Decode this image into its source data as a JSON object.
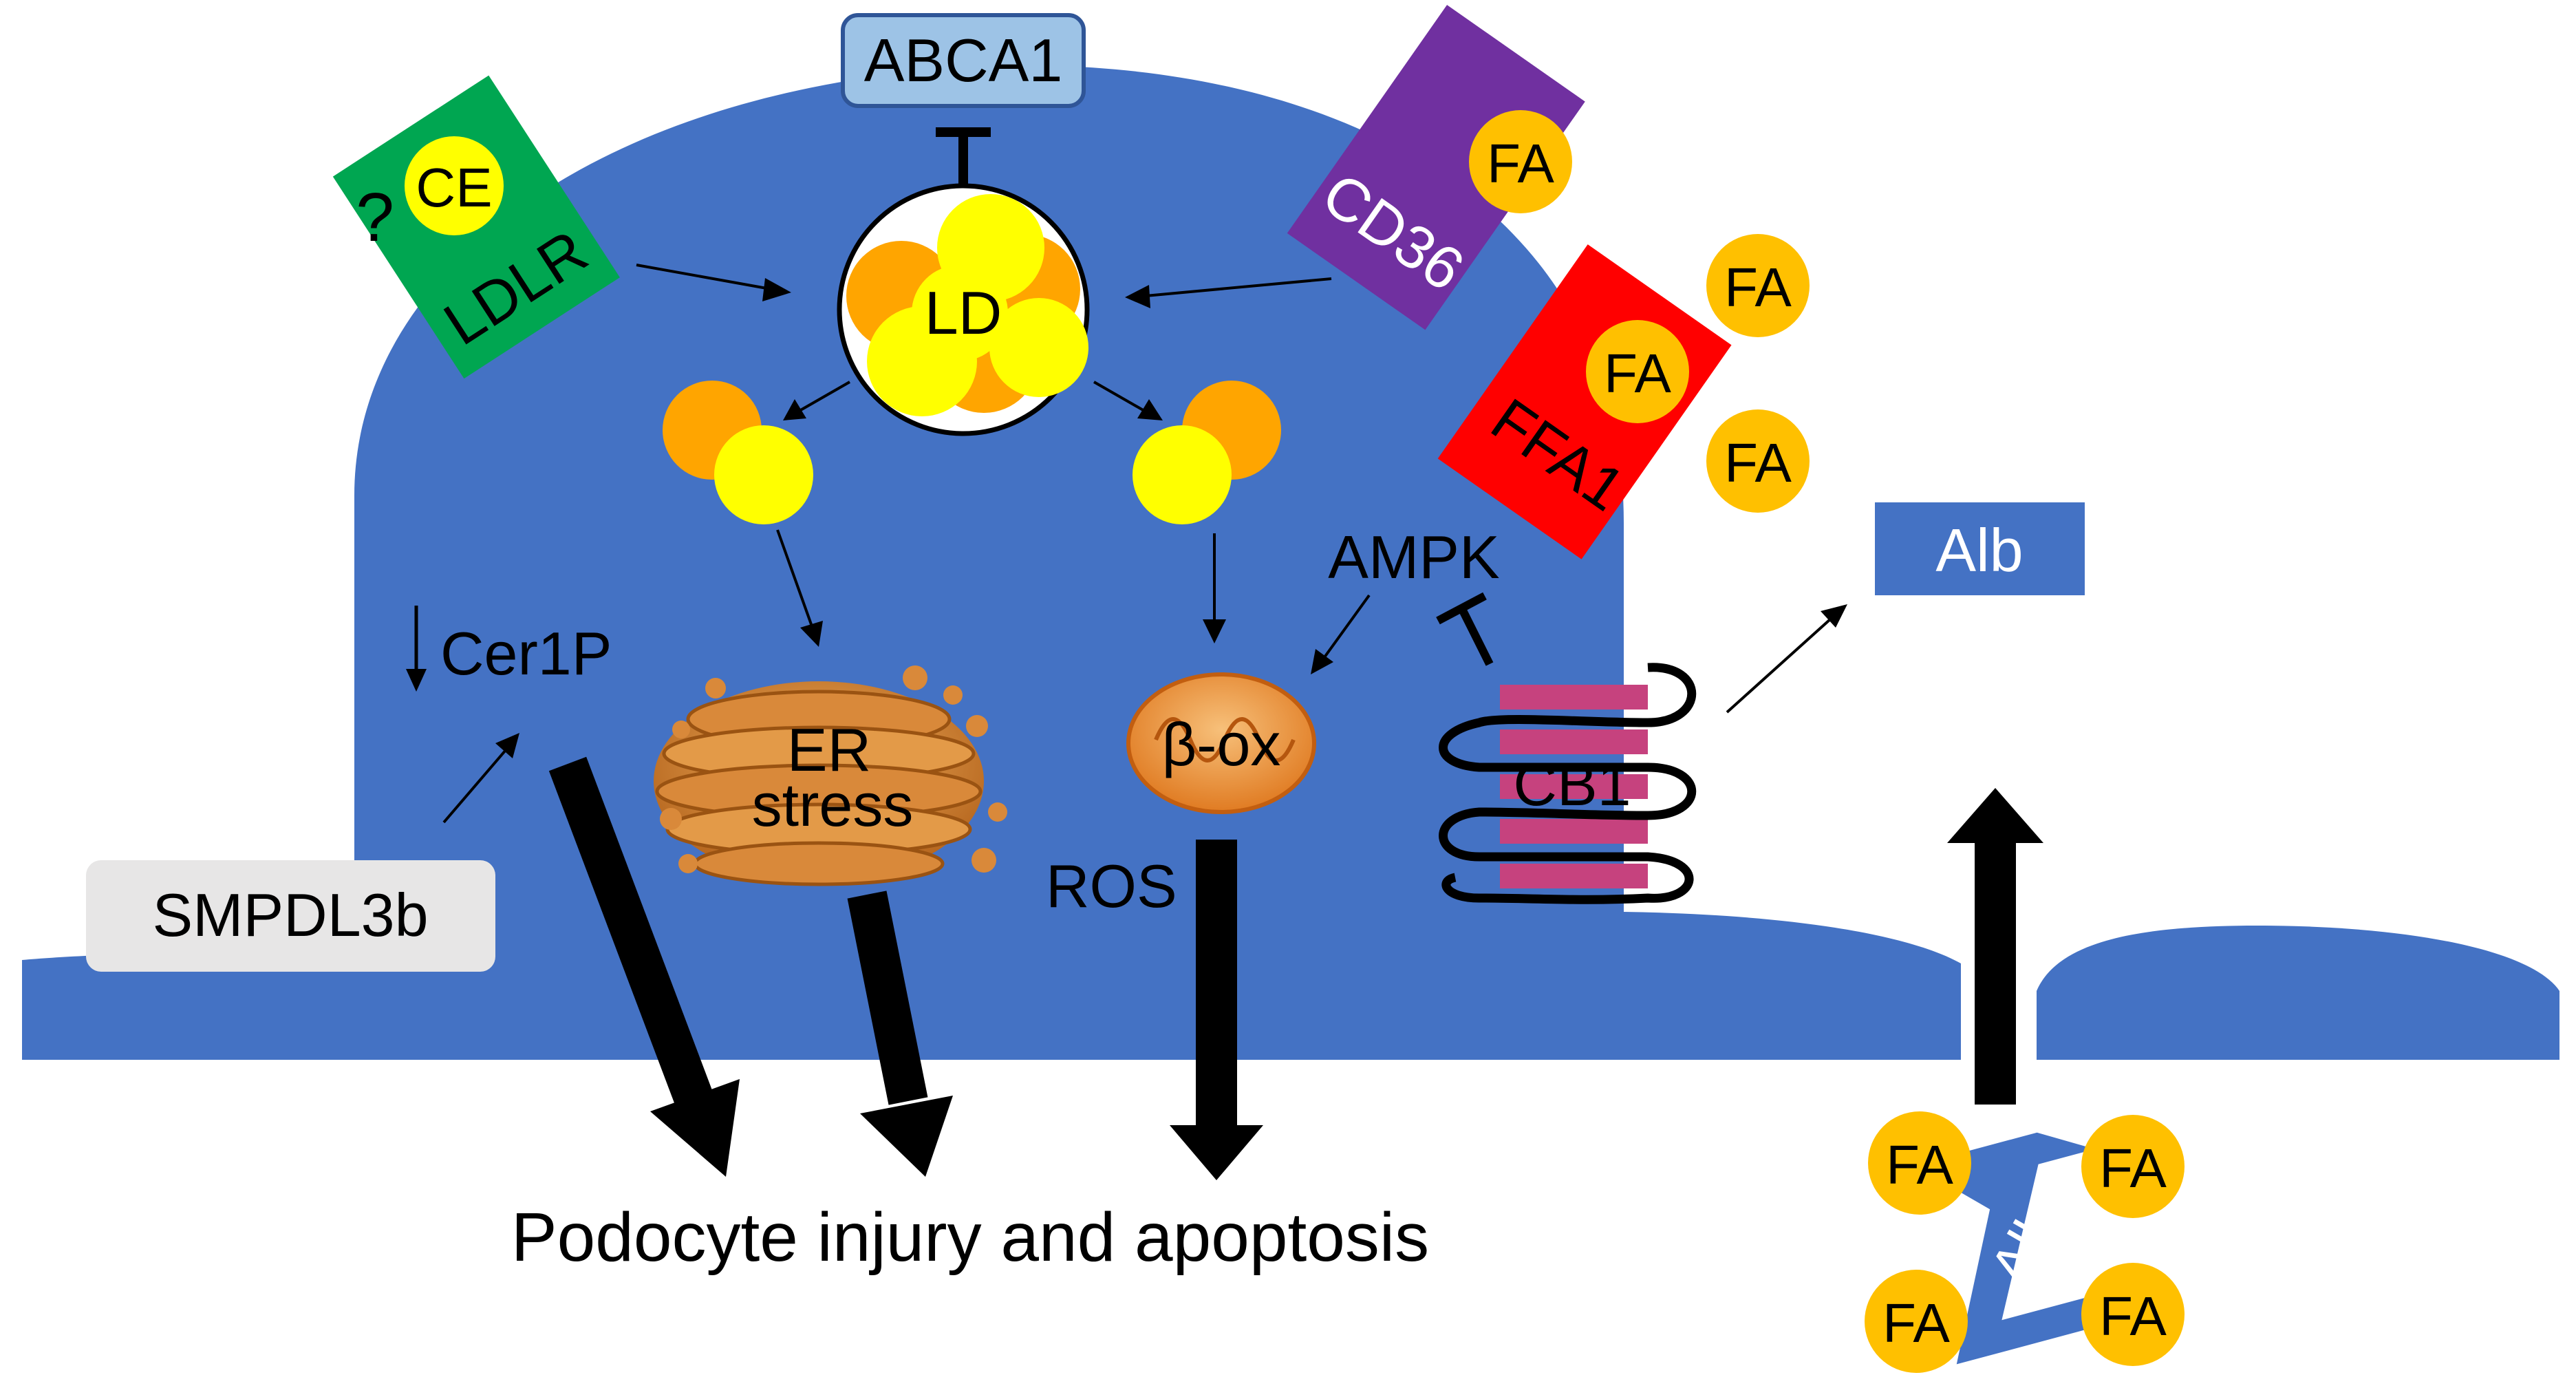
{
  "labels": {
    "abca1": "ABCA1",
    "ldlr": "LDLR",
    "ce": "CE",
    "question": "?",
    "ld": "LD",
    "cd36": "CD36",
    "ffa1": "FFA1",
    "fa": "FA",
    "alb": "Alb",
    "ampk": "AMPK",
    "cer1p": "Cer1P",
    "down_arrow": "↓",
    "smpdl3b": "SMPDL3b",
    "er": "ER",
    "stress": "stress",
    "beta_ox": "β-ox",
    "ros": "ROS",
    "cb1": "CB1",
    "outcome": "Podocyte injury and apoptosis"
  },
  "colors": {
    "cell": "#4472C4",
    "fa_orange": "#FFC000",
    "lipid_yellow": "#FFFF00",
    "lipid_orange": "#FFA500",
    "ldlr_green": "#00A651",
    "cd36_purple": "#7030A0",
    "ffa1_red": "#FF0000",
    "abca1_fill": "#9DC3E6",
    "smpdl3b_fill": "#E7E6E6",
    "cb1_pink": "#C6427E",
    "er_brown": "#C8741E"
  }
}
